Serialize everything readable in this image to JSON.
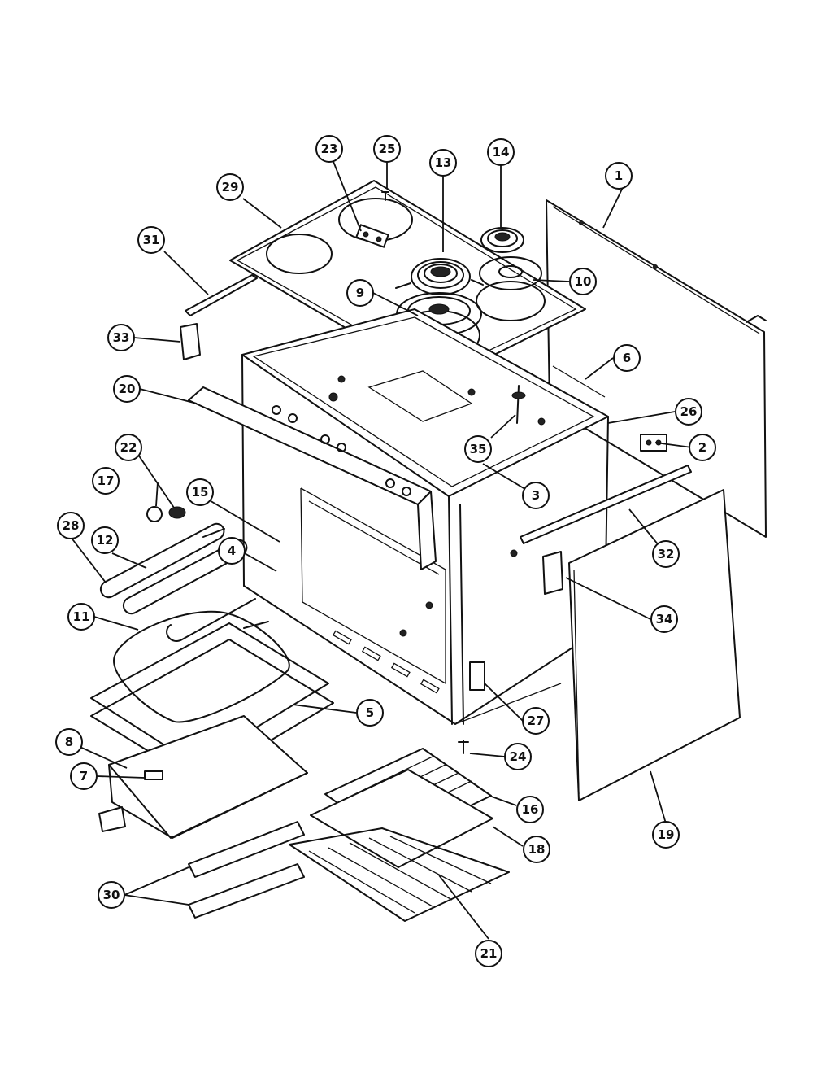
{
  "diagram": {
    "type": "exploded parts diagram",
    "callouts": [
      {
        "id": "c1",
        "label": "1"
      },
      {
        "id": "c2",
        "label": "2"
      },
      {
        "id": "c3",
        "label": "3"
      },
      {
        "id": "c4",
        "label": "4"
      },
      {
        "id": "c5",
        "label": "5"
      },
      {
        "id": "c6",
        "label": "6"
      },
      {
        "id": "c7",
        "label": "7"
      },
      {
        "id": "c8",
        "label": "8"
      },
      {
        "id": "c9",
        "label": "9"
      },
      {
        "id": "c10",
        "label": "10"
      },
      {
        "id": "c11",
        "label": "11"
      },
      {
        "id": "c12",
        "label": "12"
      },
      {
        "id": "c13",
        "label": "13"
      },
      {
        "id": "c14",
        "label": "14"
      },
      {
        "id": "c15",
        "label": "15"
      },
      {
        "id": "c16",
        "label": "16"
      },
      {
        "id": "c17",
        "label": "17"
      },
      {
        "id": "c18",
        "label": "18"
      },
      {
        "id": "c19",
        "label": "19"
      },
      {
        "id": "c20",
        "label": "20"
      },
      {
        "id": "c21",
        "label": "21"
      },
      {
        "id": "c22",
        "label": "22"
      },
      {
        "id": "c23",
        "label": "23"
      },
      {
        "id": "c24",
        "label": "24"
      },
      {
        "id": "c25",
        "label": "25"
      },
      {
        "id": "c26",
        "label": "26"
      },
      {
        "id": "c27",
        "label": "27"
      },
      {
        "id": "c28",
        "label": "28"
      },
      {
        "id": "c29",
        "label": "29"
      },
      {
        "id": "c30",
        "label": "30"
      },
      {
        "id": "c31",
        "label": "31"
      },
      {
        "id": "c32",
        "label": "32"
      },
      {
        "id": "c33",
        "label": "33"
      },
      {
        "id": "c34",
        "label": "34"
      },
      {
        "id": "c35",
        "label": "35"
      }
    ]
  }
}
